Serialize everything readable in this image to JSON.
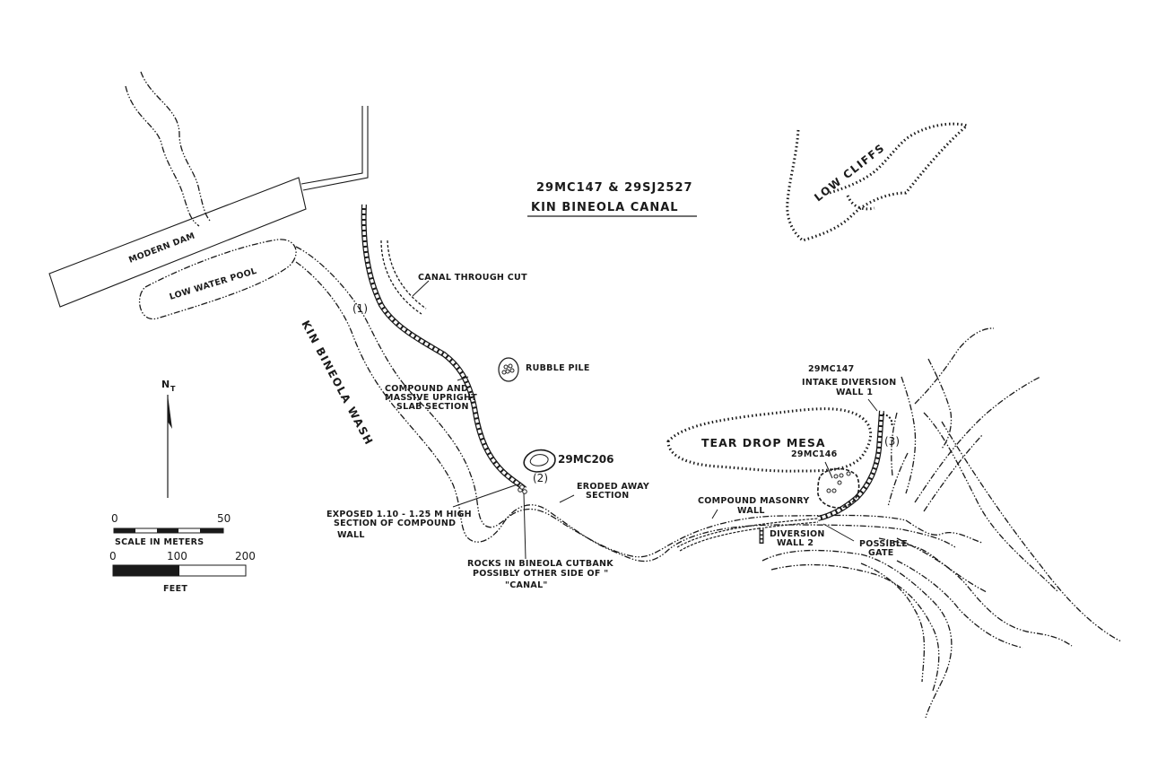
{
  "title": {
    "site_ids": "29MC147 & 29SJ2527",
    "name": "KIN BINEOLA CANAL"
  },
  "labels": {
    "modern_dam": "MODERN DAM",
    "low_water_pool": "LOW WATER POOL",
    "kin_bineola_wash": "KIN BINEOLA WASH",
    "low_cliffs": "LOW CLIFFS",
    "canal_through_cut": "CANAL THROUGH CUT",
    "point_1": "(1)",
    "rubble_pile": "RUBBLE PILE",
    "compound_section": [
      "COMPOUND AND",
      "MASSIVE UPRIGHT",
      "SLAB SECTION"
    ],
    "site_29mc206": "29MC206",
    "point_2": "(2)",
    "eroded_away": [
      "ERODED AWAY",
      "SECTION"
    ],
    "exposed_wall": [
      "EXPOSED 1.10 - 1.25 M HIGH",
      "SECTION OF COMPOUND",
      "WALL"
    ],
    "rocks_cutbank": [
      "ROCKS IN BINEOLA CUTBANK",
      "POSSIBLY OTHER SIDE OF \"",
      "\"CANAL\""
    ],
    "site_29mc147": "29MC147",
    "intake_wall": [
      "INTAKE DIVERSION",
      "WALL 1"
    ],
    "point_3": "(3)",
    "tear_drop_mesa": "TEAR DROP MESA",
    "site_29mc146": "29MC146",
    "compound_masonry": [
      "COMPOUND MASONRY",
      "WALL"
    ],
    "diversion_wall_2": [
      "DIVERSION",
      "WALL 2"
    ],
    "possible_gate": [
      "POSSIBLE",
      "GATE"
    ]
  },
  "legend": {
    "north_label": "N",
    "north_sub": "T",
    "meters": {
      "start": "0",
      "end": "50",
      "caption": "SCALE IN METERS"
    },
    "feet": {
      "start": "0",
      "mid": "100",
      "end": "200",
      "caption": "FEET"
    }
  }
}
